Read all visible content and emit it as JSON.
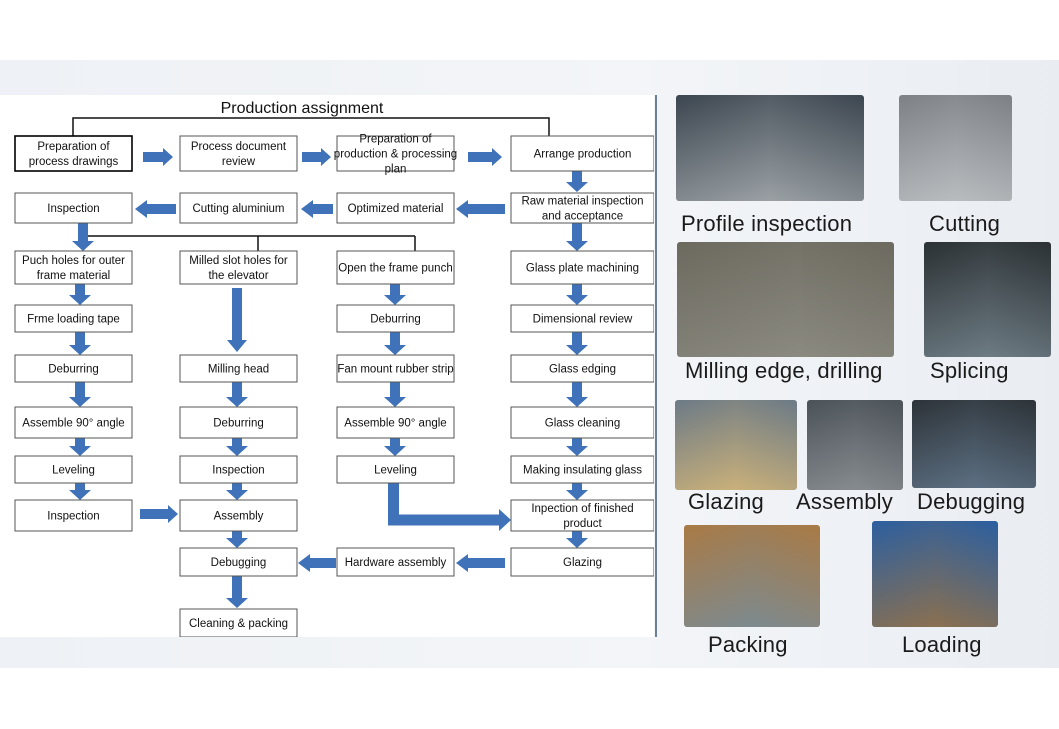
{
  "diagram": {
    "title": "Production assignment",
    "boxes": {
      "prep_drawings": [
        "Preparation of",
        "process drawings"
      ],
      "process_doc": [
        "Process document",
        "review"
      ],
      "prep_plan": [
        "Preparation of",
        "production & processing",
        "plan"
      ],
      "arrange": [
        "Arrange production"
      ],
      "inspection_top": [
        "Inspection"
      ],
      "cutting": [
        "Cutting aluminium"
      ],
      "optimized": [
        "Optimized material"
      ],
      "raw_material": [
        "Raw material inspection",
        "and acceptance"
      ],
      "punch_outer": [
        "Puch holes for outer",
        "frame material"
      ],
      "milled_slot": [
        "Milled slot holes for",
        "the elevator"
      ],
      "open_frame": [
        "Open  the frame punch"
      ],
      "glass_plate": [
        "Glass plate machining"
      ],
      "frme_tape": [
        "Frme loading tape"
      ],
      "deburr_c": [
        "Deburring"
      ],
      "dimensional": [
        "Dimensional review"
      ],
      "deburr_a": [
        "Deburring"
      ],
      "milling_head": [
        "Milling head"
      ],
      "fan_mount": [
        "Fan mount rubber strip"
      ],
      "glass_edging": [
        "Glass edging"
      ],
      "assemble_a": [
        "Assemble 90° angle"
      ],
      "deburr_b": [
        "Deburring"
      ],
      "assemble_c": [
        "Assemble 90° angle"
      ],
      "glass_cleaning": [
        "Glass cleaning"
      ],
      "leveling_a": [
        "Leveling"
      ],
      "inspection_b": [
        "Inspection"
      ],
      "leveling_c": [
        "Leveling"
      ],
      "insulating": [
        "Making insulating glass"
      ],
      "inspection_a": [
        "Inspection"
      ],
      "assembly": [
        "Assembly"
      ],
      "inspection_finished": [
        "Inpection of finished",
        "product"
      ],
      "debugging": [
        "Debugging"
      ],
      "hardware": [
        "Hardware assembly"
      ],
      "glazing": [
        "Glazing"
      ],
      "cleaning": [
        "Cleaning  & packing"
      ]
    }
  },
  "photos": [
    {
      "caption": "Profile  inspection",
      "colors": [
        "#3c4650",
        "#9aa0a4"
      ]
    },
    {
      "caption": "Cutting",
      "colors": [
        "#7d8186",
        "#b9bcbf"
      ]
    },
    {
      "caption": "Milling edge, drilling",
      "colors": [
        "#6c6a5f",
        "#8b8a80"
      ]
    },
    {
      "caption": "Splicing",
      "colors": [
        "#2b3134",
        "#6d7b83"
      ]
    },
    {
      "caption": "Glazing",
      "colors": [
        "#6c7a86",
        "#c9b07a"
      ]
    },
    {
      "caption": "Assembly",
      "colors": [
        "#4b5258",
        "#868b8f"
      ]
    },
    {
      "caption": "Debugging",
      "colors": [
        "#2d3338",
        "#5c6f82"
      ]
    },
    {
      "caption": "Packing",
      "colors": [
        "#a97a45",
        "#7d8a8f"
      ]
    },
    {
      "caption": "Loading",
      "colors": [
        "#2c5fa0",
        "#8a7050"
      ]
    }
  ]
}
